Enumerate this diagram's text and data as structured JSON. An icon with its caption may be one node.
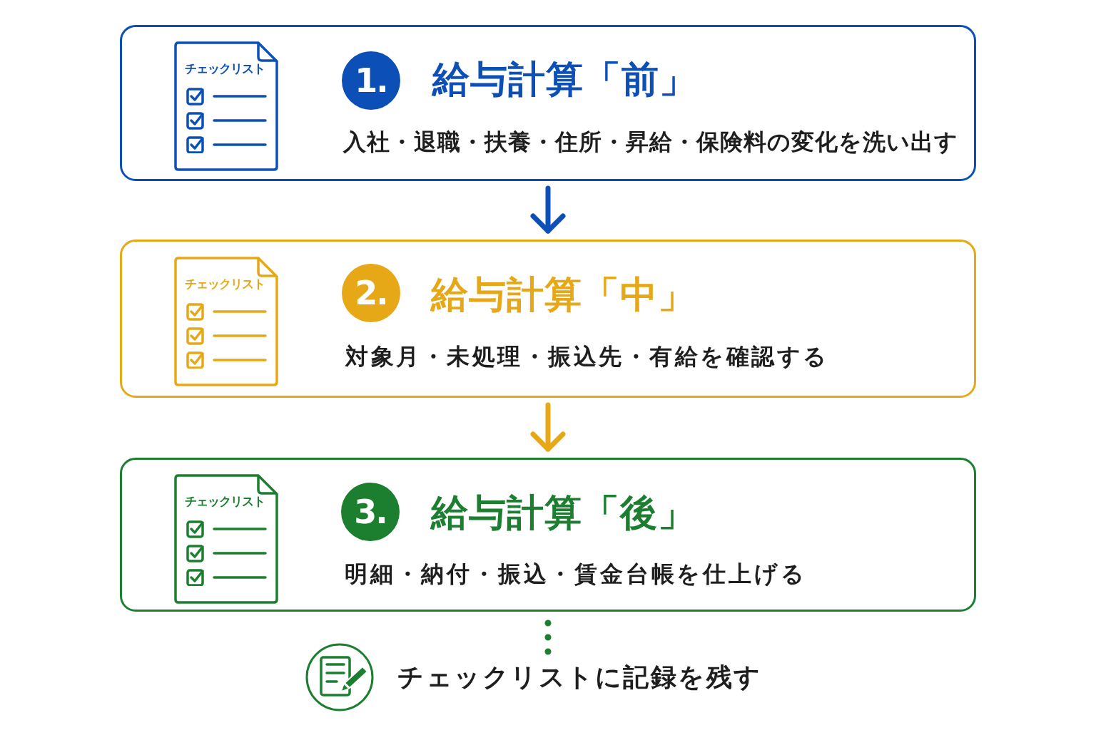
{
  "diagram": {
    "nodes": [
      {
        "text": [
          "給与計算「前」",
          "入社・退職・扶養・住所・昇給・保険料の変化を洗い出す"
        ]
      },
      {
        "text": [
          "チェックリスト"
        ],
        "in": 0
      },
      {
        "text": [
          "1."
        ],
        "in": 0
      },
      {
        "text": [
          "給与計算「中」",
          "対象月・未処理・振込先・有給を確認する"
        ]
      },
      {
        "text": [
          "チェックリスト"
        ],
        "in": 3
      },
      {
        "text": [
          "2."
        ],
        "in": 3
      },
      {
        "text": [
          "給与計算「後」",
          "明細・納付・振込・賃金台帳を仕上げる"
        ]
      },
      {
        "text": [
          "チェックリスト"
        ],
        "in": 6
      },
      {
        "text": [
          "3."
        ],
        "in": 6
      },
      {
        "text": [
          "チェックリストに記録を残す"
        ]
      }
    ],
    "edges": [
      {
        "from": 0,
        "to": 3,
        "arrow": "to",
        "color": "#0c4fb6"
      },
      {
        "from": 3,
        "to": 6,
        "arrow": "to",
        "color": "#e6a817"
      },
      {
        "from": 6,
        "to": 9,
        "arrow": "none",
        "style": "dashed",
        "color": "#1c7f30"
      }
    ]
  }
}
